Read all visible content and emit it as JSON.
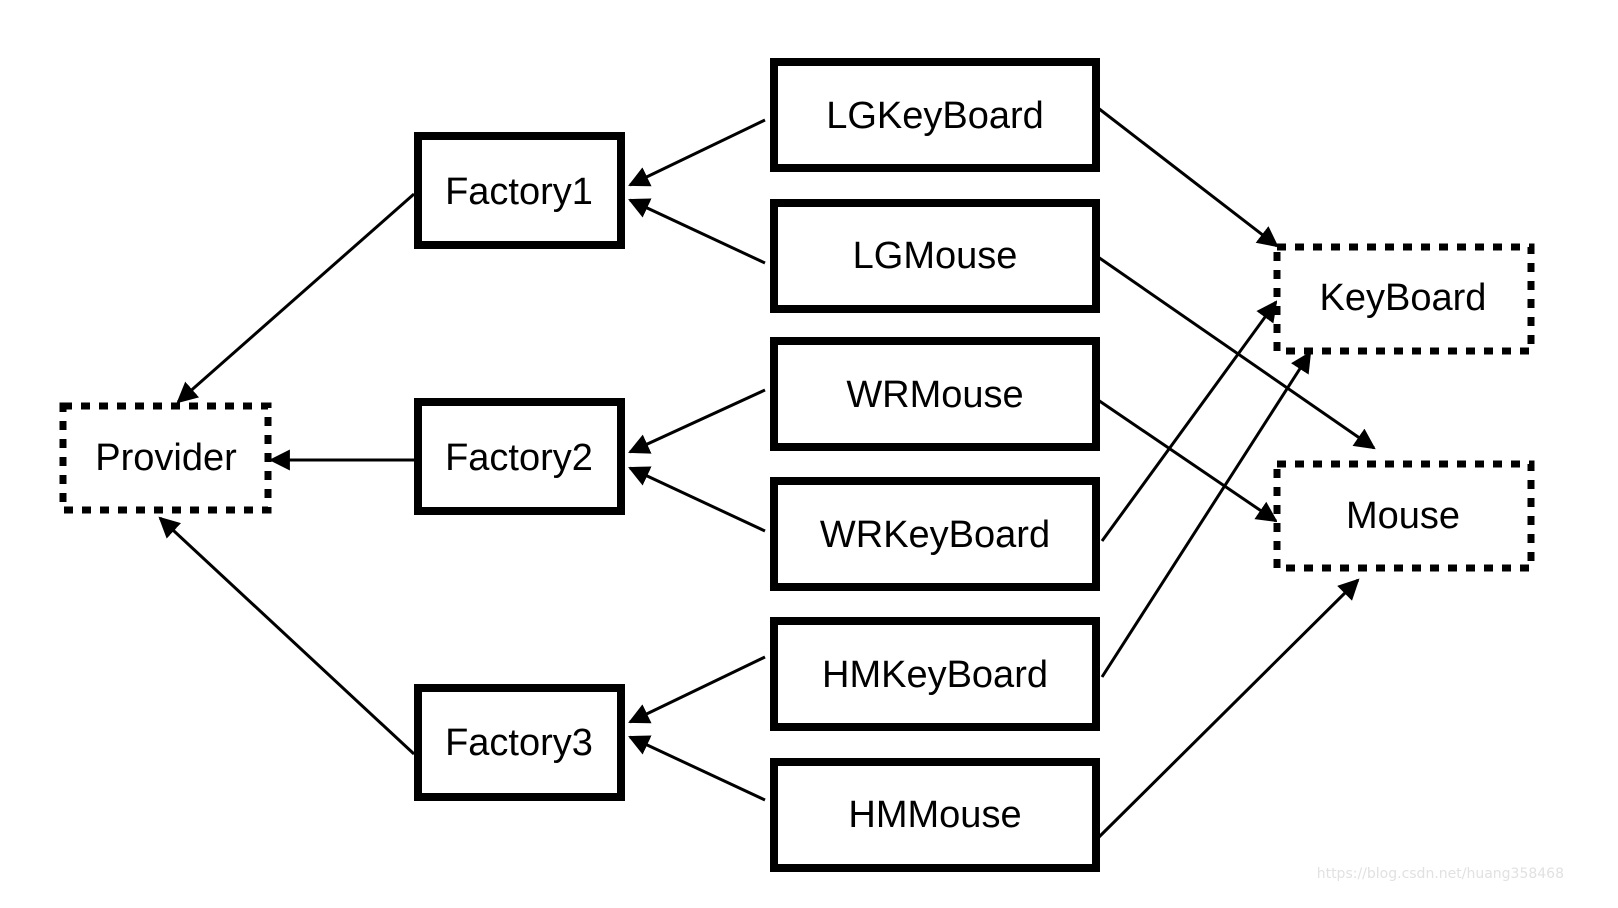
{
  "diagram": {
    "nodes": {
      "provider": {
        "label": "Provider",
        "style": "dashed"
      },
      "factory1": {
        "label": "Factory1",
        "style": "solid"
      },
      "factory2": {
        "label": "Factory2",
        "style": "solid"
      },
      "factory3": {
        "label": "Factory3",
        "style": "solid"
      },
      "lgkeyboard": {
        "label": "LGKeyBoard",
        "style": "solid"
      },
      "lgmouse": {
        "label": "LGMouse",
        "style": "solid"
      },
      "wrmouse": {
        "label": "WRMouse",
        "style": "solid"
      },
      "wrkeyboard": {
        "label": "WRKeyBoard",
        "style": "solid"
      },
      "hmkeyboard": {
        "label": "HMKeyBoard",
        "style": "solid"
      },
      "hmmouse": {
        "label": "HMMouse",
        "style": "solid"
      },
      "keyboard": {
        "label": "KeyBoard",
        "style": "dashed"
      },
      "mouse": {
        "label": "Mouse",
        "style": "dashed"
      }
    },
    "edges": [
      {
        "from": "factory1",
        "to": "provider"
      },
      {
        "from": "factory2",
        "to": "provider"
      },
      {
        "from": "factory3",
        "to": "provider"
      },
      {
        "from": "lgkeyboard",
        "to": "factory1"
      },
      {
        "from": "lgmouse",
        "to": "factory1"
      },
      {
        "from": "wrmouse",
        "to": "factory2"
      },
      {
        "from": "wrkeyboard",
        "to": "factory2"
      },
      {
        "from": "hmkeyboard",
        "to": "factory3"
      },
      {
        "from": "hmmouse",
        "to": "factory3"
      },
      {
        "from": "lgkeyboard",
        "to": "keyboard"
      },
      {
        "from": "wrkeyboard",
        "to": "keyboard"
      },
      {
        "from": "hmkeyboard",
        "to": "keyboard"
      },
      {
        "from": "lgmouse",
        "to": "mouse"
      },
      {
        "from": "wrmouse",
        "to": "mouse"
      },
      {
        "from": "hmmouse",
        "to": "mouse"
      }
    ]
  },
  "watermark": "https://blog.csdn.net/huang358468",
  "colors": {
    "stroke": "#000000",
    "background": "#ffffff",
    "watermark": "#e1e1e1"
  }
}
